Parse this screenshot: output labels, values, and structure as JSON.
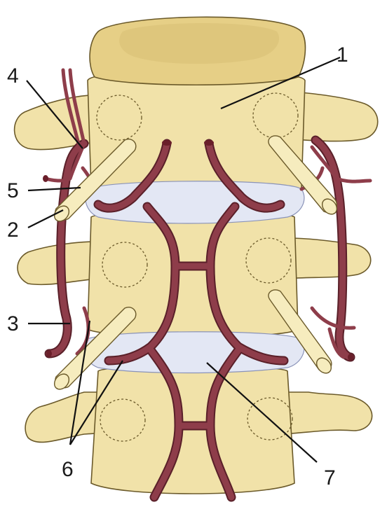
{
  "labels": {
    "l1": "1",
    "l2": "2",
    "l3": "3",
    "l4": "4",
    "l5": "5",
    "l6": "6",
    "l7": "7"
  },
  "colors": {
    "bone": "#f1e2a9",
    "disc": "#e3e7f4",
    "vessel": "#8e3d4a"
  }
}
